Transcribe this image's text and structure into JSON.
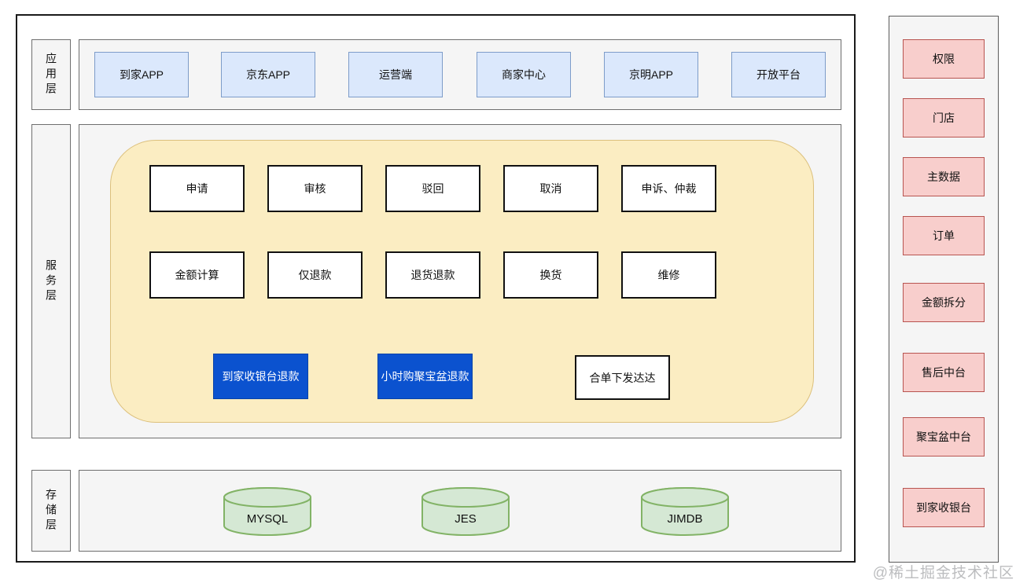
{
  "app_layer": {
    "label": "应用层",
    "apps": [
      "到家APP",
      "京东APP",
      "运营端",
      "商家中心",
      "京明APP",
      "开放平台"
    ]
  },
  "service_layer": {
    "label": "服务层",
    "process_row1": [
      "申请",
      "审核",
      "驳回",
      "取消",
      "申诉、仲裁"
    ],
    "process_row2": [
      "金额计算",
      "仅退款",
      "退货退款",
      "换货",
      "维修"
    ],
    "highlight_boxes": [
      "到家收银台退款",
      "小时购聚宝盆退款"
    ],
    "plain_box": "合单下发达达"
  },
  "storage_layer": {
    "label": "存储层",
    "databases": [
      "MYSQL",
      "JES",
      "JIMDB"
    ]
  },
  "sidebar": {
    "items": [
      "权限",
      "门店",
      "主数据",
      "订单",
      "金额拆分",
      "售后中台",
      "聚宝盆中台",
      "到家收银台"
    ]
  },
  "watermark": "@稀土掘金技术社区",
  "colors": {
    "app_box_fill": "#dbe8fc",
    "app_box_border": "#7d9cc9",
    "yellow_fill": "#fbedc2",
    "yellow_border": "#dcc07c",
    "highlight_blue": "#0b52cf",
    "cylinder_fill": "#d5e8d4",
    "cylinder_border": "#82b366",
    "sidebar_box_fill": "#f8cecc",
    "sidebar_box_border": "#b85450",
    "panel_fill": "#f5f5f5",
    "panel_border": "#6e6e6e"
  }
}
